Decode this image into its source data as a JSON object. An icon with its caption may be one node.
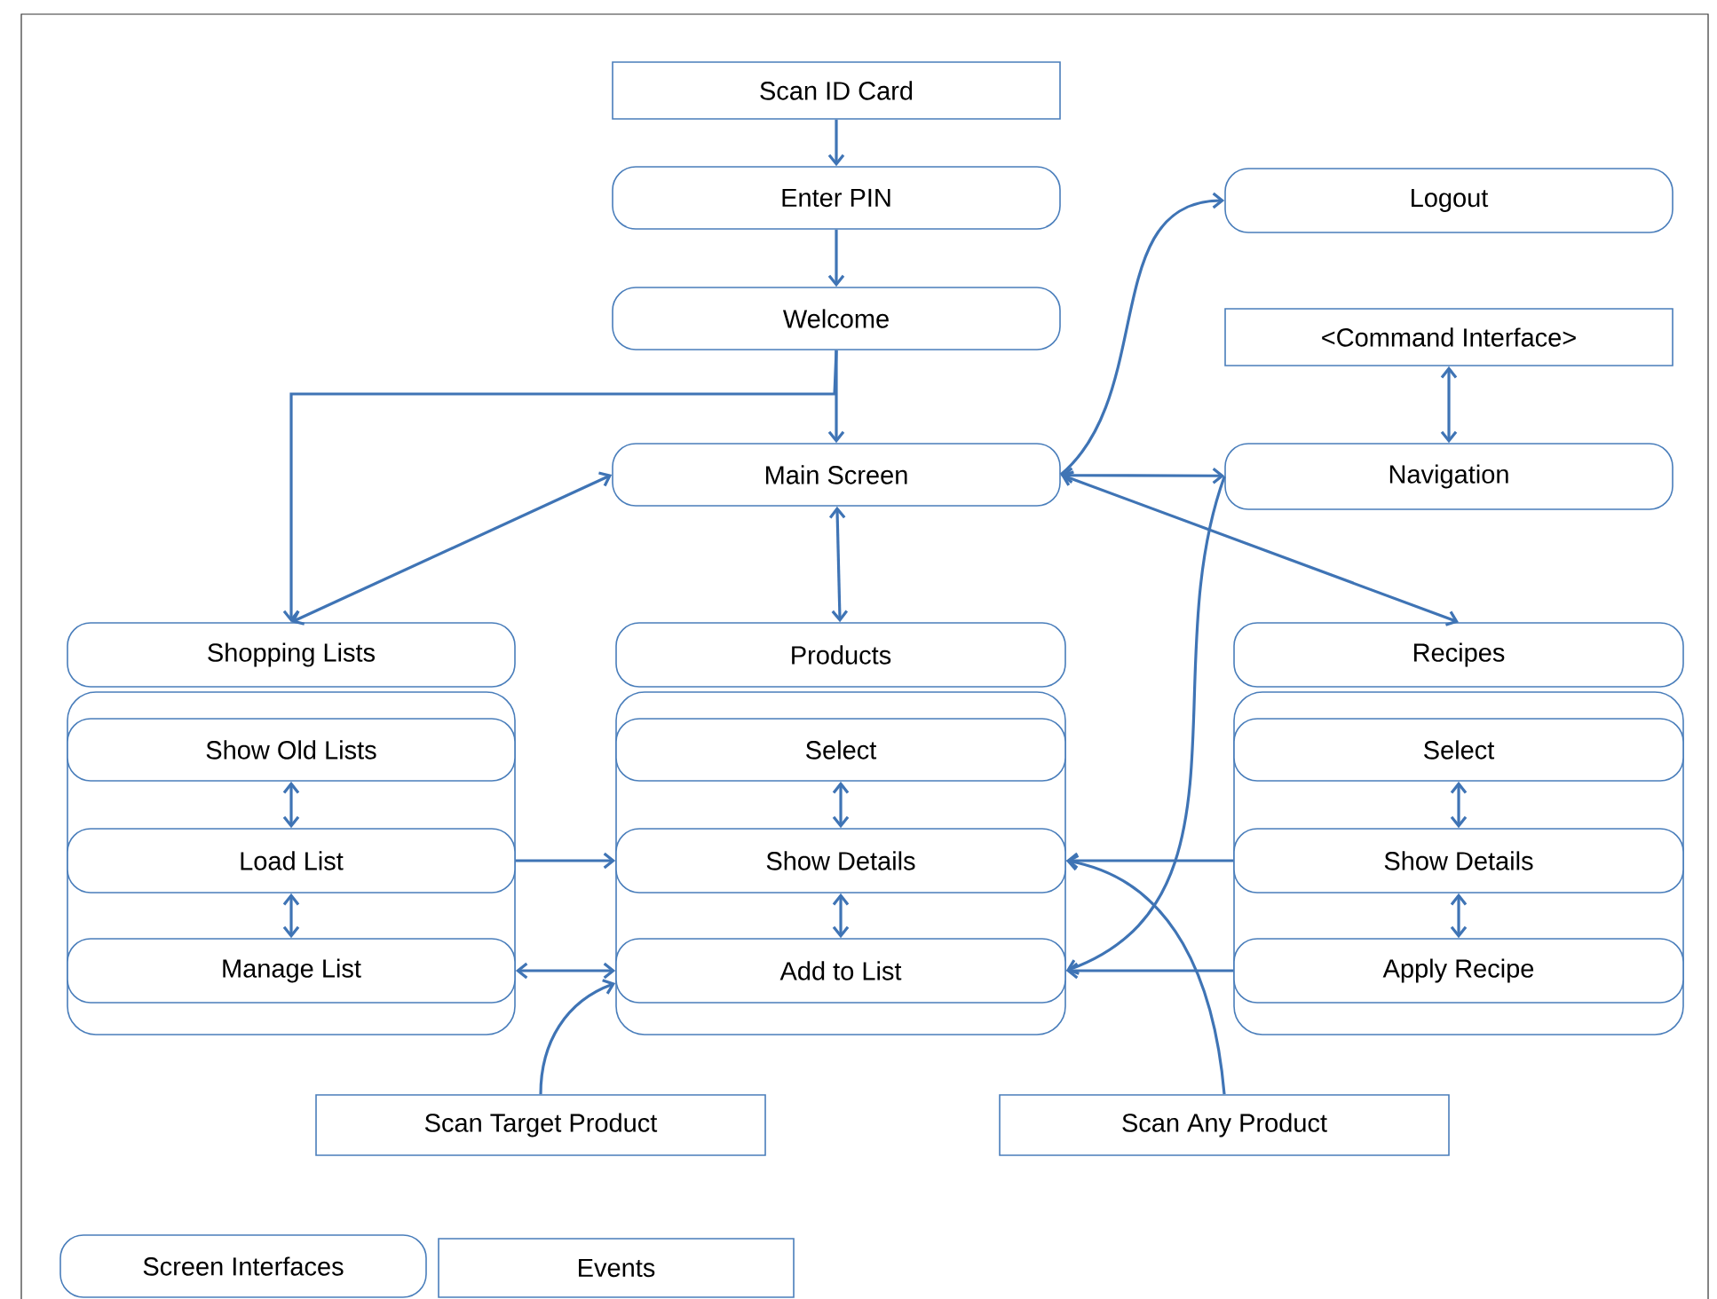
{
  "diagram": {
    "nodes": [
      {
        "text": [
          "Scan ID Card"
        ]
      },
      {
        "text": [
          "Enter PIN"
        ]
      },
      {
        "text": [
          "Logout"
        ]
      },
      {
        "text": [
          "Welcome"
        ]
      },
      {
        "text": [
          "<Command Interface>"
        ]
      },
      {
        "text": [
          "Main Screen"
        ]
      },
      {
        "text": [
          "Navigation"
        ]
      },
      {
        "text": [
          "Shopping Lists"
        ]
      },
      {
        "text": [
          "Products"
        ]
      },
      {
        "text": [
          "Recipes"
        ]
      },
      {
        "text": [],
        "shape": "box"
      },
      {
        "text": [
          "Show Old Lists"
        ],
        "in": 10
      },
      {
        "text": [
          "Load List"
        ],
        "in": 10
      },
      {
        "text": [
          "Manage List"
        ],
        "in": 10
      },
      {
        "text": [],
        "shape": "box"
      },
      {
        "text": [
          "Select"
        ],
        "in": 14
      },
      {
        "text": [
          "Show Details"
        ],
        "in": 14
      },
      {
        "text": [
          "Add to List"
        ],
        "in": 14
      },
      {
        "text": [],
        "shape": "box"
      },
      {
        "text": [
          "Select"
        ],
        "in": 18
      },
      {
        "text": [
          "Show Details"
        ],
        "in": 18
      },
      {
        "text": [
          "Apply Recipe"
        ],
        "in": 18
      },
      {
        "text": [
          "Scan Target Product"
        ]
      },
      {
        "text": [
          "Scan Any Product"
        ]
      }
    ],
    "edges": [
      {
        "from": 0,
        "to": 1,
        "arrow": "to"
      },
      {
        "from": 1,
        "to": 3,
        "arrow": "to"
      },
      {
        "from": 3,
        "to": 5,
        "arrow": "to"
      },
      {
        "from": 3,
        "to": 7,
        "arrow": "to"
      },
      {
        "from": 5,
        "to": 2,
        "arrow": "to"
      },
      {
        "from": 4,
        "to": 6,
        "arrow": "both"
      },
      {
        "from": 5,
        "to": 6,
        "arrow": "both"
      },
      {
        "from": 5,
        "to": 7,
        "arrow": "both"
      },
      {
        "from": 5,
        "to": 8,
        "arrow": "both"
      },
      {
        "from": 5,
        "to": 9,
        "arrow": "both"
      },
      {
        "from": 11,
        "to": 12,
        "arrow": "both"
      },
      {
        "from": 12,
        "to": 13,
        "arrow": "both"
      },
      {
        "from": 15,
        "to": 16,
        "arrow": "both"
      },
      {
        "from": 16,
        "to": 17,
        "arrow": "both"
      },
      {
        "from": 19,
        "to": 20,
        "arrow": "both"
      },
      {
        "from": 20,
        "to": 21,
        "arrow": "both"
      },
      {
        "from": 12,
        "to": 16,
        "arrow": "to"
      },
      {
        "from": 13,
        "to": 17,
        "arrow": "both"
      },
      {
        "from": 20,
        "to": 16,
        "arrow": "to"
      },
      {
        "from": 21,
        "to": 17,
        "arrow": "to"
      },
      {
        "from": 6,
        "to": 17,
        "arrow": "to"
      },
      {
        "from": 22,
        "to": 17,
        "arrow": "to"
      },
      {
        "from": 23,
        "to": 16,
        "arrow": "to"
      }
    ],
    "legend": [
      {
        "text": "Screen Interfaces"
      },
      {
        "text": "Events"
      }
    ]
  }
}
